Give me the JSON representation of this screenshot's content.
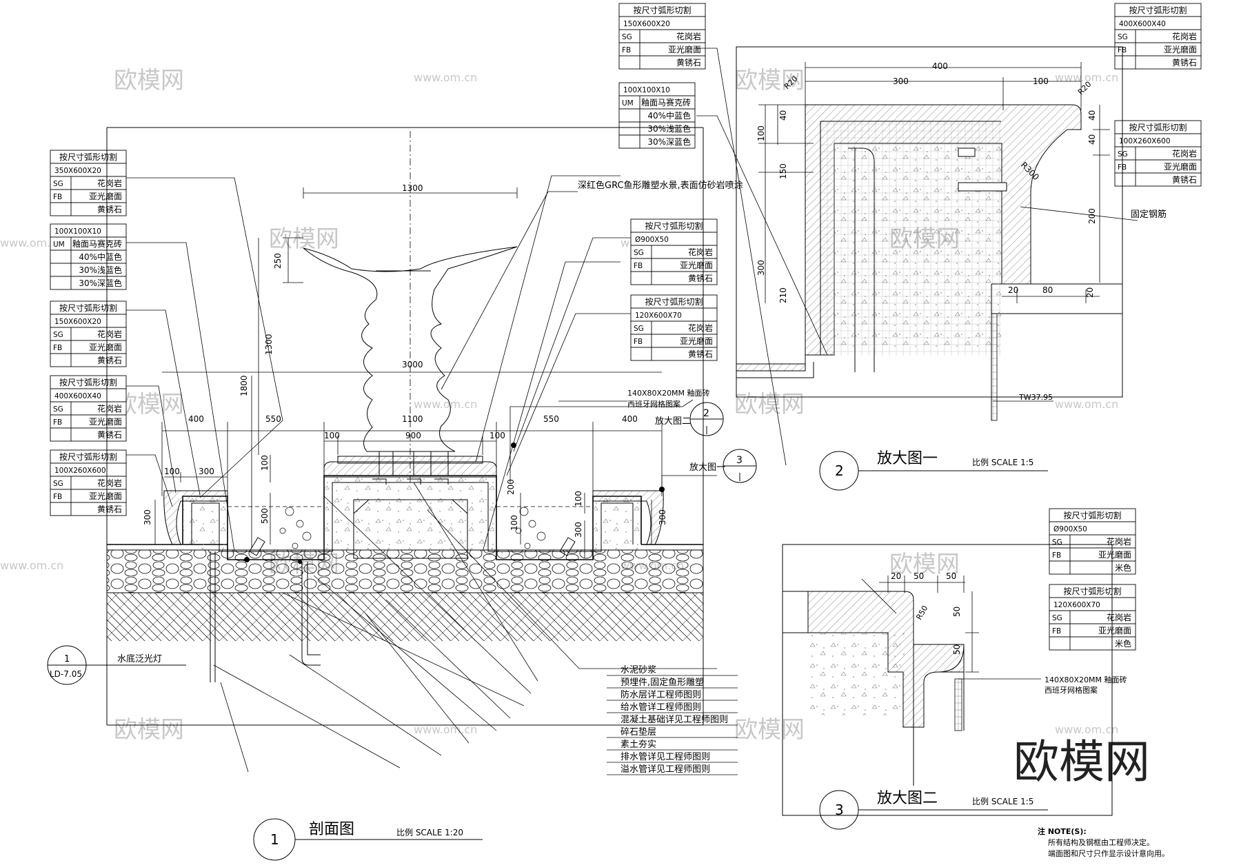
{
  "watermarks": {
    "brand_cn": "欧模网",
    "url": "www.om.cn",
    "corner_logo": "欧模网"
  },
  "spec_tables": [
    {
      "id": "t1",
      "title": "按尺寸弧形切割",
      "size": "350X600X20",
      "rows": [
        [
          "SG",
          "花岗岩"
        ],
        [
          "FB",
          "亚光磨面"
        ],
        [
          "",
          "黄锈石"
        ]
      ]
    },
    {
      "id": "t2",
      "title": "",
      "size": "100X100X10",
      "rows": [
        [
          "UM",
          "釉面马赛克砖"
        ],
        [
          "",
          "40%中蓝色"
        ],
        [
          "",
          "30%浅蓝色"
        ],
        [
          "",
          "30%深蓝色"
        ]
      ]
    },
    {
      "id": "t3",
      "title": "按尺寸弧形切割",
      "size": "150X600X20",
      "rows": [
        [
          "SG",
          "花岗岩"
        ],
        [
          "FB",
          "亚光磨面"
        ],
        [
          "",
          "黄锈石"
        ]
      ]
    },
    {
      "id": "t4",
      "title": "按尺寸弧形切割",
      "size": "400X600X40",
      "rows": [
        [
          "SG",
          "花岗岩"
        ],
        [
          "FB",
          "亚光磨面"
        ],
        [
          "",
          "黄锈石"
        ]
      ]
    },
    {
      "id": "t5",
      "title": "按尺寸弧形切割",
      "size": "100X260X600",
      "rows": [
        [
          "SG",
          "花岗岩"
        ],
        [
          "FB",
          "亚光磨面"
        ],
        [
          "",
          "黄锈石"
        ]
      ]
    },
    {
      "id": "t6",
      "title": "按尺寸弧形切割",
      "size": "150X600X20",
      "rows": [
        [
          "SG",
          "花岗岩"
        ],
        [
          "FB",
          "亚光磨面"
        ],
        [
          "",
          "黄锈石"
        ]
      ]
    },
    {
      "id": "t7",
      "title": "",
      "size": "100X100X10",
      "rows": [
        [
          "UM",
          "釉面马赛克砖"
        ],
        [
          "",
          "40%中蓝色"
        ],
        [
          "",
          "30%浅蓝色"
        ],
        [
          "",
          "30%深蓝色"
        ]
      ]
    },
    {
      "id": "t8",
      "title": "按尺寸弧形切割",
      "size": "Ø900X50",
      "rows": [
        [
          "SG",
          "花岗岩"
        ],
        [
          "FB",
          "亚光磨面"
        ],
        [
          "",
          "黄锈石"
        ]
      ]
    },
    {
      "id": "t9",
      "title": "按尺寸弧形切割",
      "size": "120X600X70",
      "rows": [
        [
          "SG",
          "花岗岩"
        ],
        [
          "FB",
          "亚光磨面"
        ],
        [
          "",
          "黄锈石"
        ]
      ]
    },
    {
      "id": "t10",
      "title": "按尺寸弧形切割",
      "size": "400X600X40",
      "rows": [
        [
          "SG",
          "花岗岩"
        ],
        [
          "FB",
          "亚光磨面"
        ],
        [
          "",
          "黄锈石"
        ]
      ]
    },
    {
      "id": "t11",
      "title": "按尺寸弧形切割",
      "size": "100X260X600",
      "rows": [
        [
          "SG",
          "花岗岩"
        ],
        [
          "FB",
          "亚光磨面"
        ],
        [
          "",
          "黄锈石"
        ]
      ]
    },
    {
      "id": "t12",
      "title": "按尺寸弧形切割",
      "size": "Ø900X50",
      "rows": [
        [
          "SG",
          "花岗岩"
        ],
        [
          "FB",
          "亚光磨面"
        ],
        [
          "",
          "米色"
        ]
      ]
    },
    {
      "id": "t13",
      "title": "按尺寸弧形切割",
      "size": "120X600X70",
      "rows": [
        [
          "SG",
          "花岗岩"
        ],
        [
          "FB",
          "亚光磨面"
        ],
        [
          "",
          "米色"
        ]
      ]
    }
  ],
  "section": {
    "number": "1",
    "title": "剖面图",
    "scale": "比例 SCALE 1:20",
    "ref_bubble": {
      "top": "1",
      "bottom": "LD-7.05"
    },
    "sculpture_note": "深红色GRC鱼形雕塑水景,表面仿砂岩喷涂",
    "tile_note_1": "140X80X20MM 釉面砖",
    "tile_note_2": "西班牙网格图案",
    "enlarge_2_label": "放大图二",
    "enlarge_2_num": "2",
    "enlarge_1_label": "放大图一",
    "enlarge_1_num": "3",
    "lamp_label": "水底泛光灯",
    "callouts": [
      "水泥砂浆",
      "预埋件,固定鱼形雕塑",
      "防水层详工程师图则",
      "给水管详工程师图则",
      "混凝土基础详见工程师图则",
      "碎石垫层",
      "素土夯实",
      "排水管详见工程师图则",
      "溢水管详见工程师图则"
    ],
    "dims": {
      "top_1300": "1300",
      "d_250": "250",
      "d_1300v": "1300",
      "d_1800": "1800",
      "d_3000": "3000",
      "d_400l": "400",
      "d_550l": "550",
      "d_1100": "1100",
      "d_550r": "550",
      "d_400r": "400",
      "d_100a": "100",
      "d_900": "900",
      "d_100b": "100",
      "d_100c": "100",
      "d_300a": "300",
      "d_300l": "300",
      "d_500": "500",
      "d_100v": "100",
      "d_200": "200",
      "d_100e": "100",
      "d_300r": "300",
      "d_300rr": "300",
      "d_100vv": "100"
    }
  },
  "detail_1": {
    "number": "2",
    "title": "放大图一",
    "scale": "比例 SCALE 1:5",
    "dims": {
      "d400": "400",
      "d300": "300",
      "d100": "100",
      "r20a": "R20",
      "r20b": "R20",
      "r300": "R300",
      "v100": "100",
      "v40": "40",
      "v150": "150",
      "v300": "300",
      "v210": "210",
      "v40r": "40",
      "v40r2": "40",
      "v200": "200",
      "d20a": "20",
      "d80": "80",
      "d20b": "20"
    },
    "steel_note": "固定钢筋",
    "tw_label": "TW37.95"
  },
  "detail_2": {
    "number": "3",
    "title": "放大图二",
    "scale": "比例 SCALE 1:5",
    "dims": {
      "d20": "20",
      "d50a": "50",
      "d50b": "50",
      "r50": "R50",
      "v50a": "50",
      "v50b": "50"
    },
    "tile_note_1": "140X80X20MM 釉面砖",
    "tile_note_2": "西班牙网格图案"
  },
  "notes": {
    "header": "注 NOTE(S):",
    "line1": "所有结构及钢框由工程师决定。",
    "line2": "端面图和尺寸只作显示设计意向用。"
  }
}
